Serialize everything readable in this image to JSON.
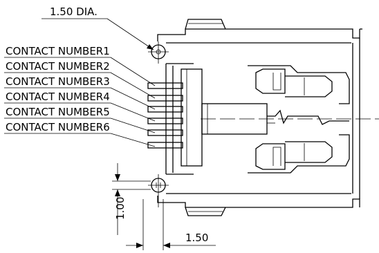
{
  "dimension_hole": "1.50 DIA.",
  "contacts": [
    "CONTACT NUMBER1",
    "CONTACT NUMBER2",
    "CONTACT NUMBER3",
    "CONTACT NUMBER4",
    "CONTACT NUMBER5",
    "CONTACT NUMBER6"
  ],
  "dimension_vertical": "1.00",
  "dimension_horizontal": "1.50"
}
